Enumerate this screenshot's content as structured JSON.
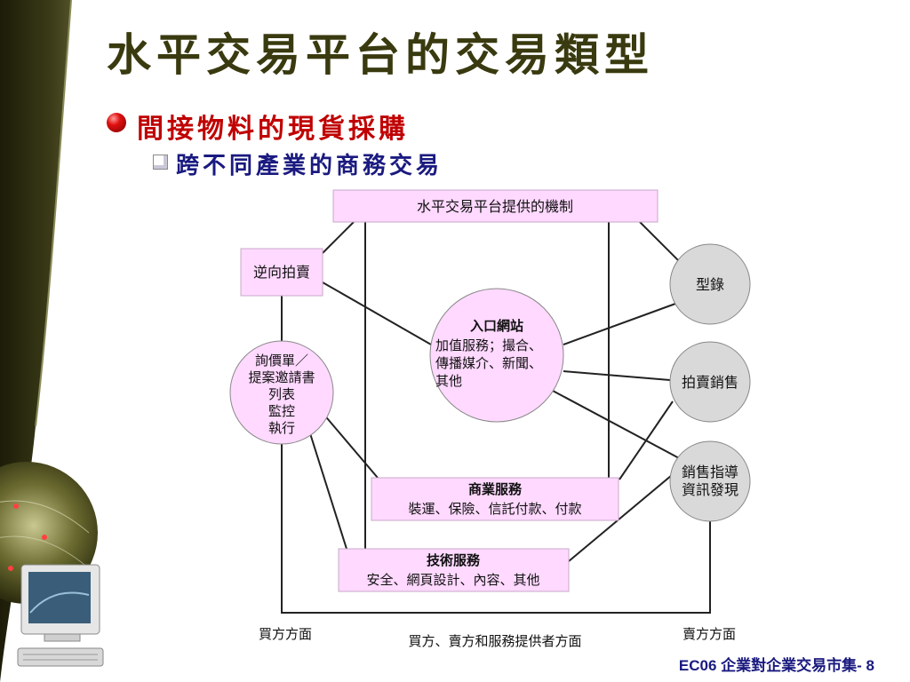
{
  "slide": {
    "title": "水平交易平台的交易類型",
    "bullet1": "間接物料的現貨採購",
    "bullet2": "跨不同產業的商務交易",
    "footer": "EC06 企業對企業交易市集- 8"
  },
  "diagram": {
    "platform_box": "水平交易平台提供的機制",
    "reverse_auction": "逆向拍賣",
    "rfq_lines": [
      "詢價單／",
      "提案邀請書",
      "列表",
      "監控",
      "執行"
    ],
    "portal_title": "入口網站",
    "portal_lines": [
      "加值服務；撮合、",
      "傳播媒介、新聞、",
      "其他"
    ],
    "catalog": "型錄",
    "auction_sales": "拍賣銷售",
    "sales_lines": [
      "銷售指導",
      "資訊發現"
    ],
    "business_title": "商業服務",
    "business_desc": "裝運、保險、信託付款、付款",
    "tech_title": "技術服務",
    "tech_desc": "安全、網頁設計、內容、其他",
    "buyer_side": "買方方面",
    "seller_side": "賣方方面",
    "all_sides": "買方、賣方和服務提供者方面"
  },
  "colors": {
    "title": "#3a3a10",
    "bullet1": "#c00000",
    "bullet2": "#1a1a80",
    "box_fill": "#ffd9ff",
    "circle_gray": "#d9d9d9",
    "footer": "#1a1a80"
  },
  "icons": [
    "red-sphere-bullet-icon",
    "square-bullet-icon",
    "computer-monitor-icon",
    "globe-icon",
    "keyboard-icon"
  ]
}
